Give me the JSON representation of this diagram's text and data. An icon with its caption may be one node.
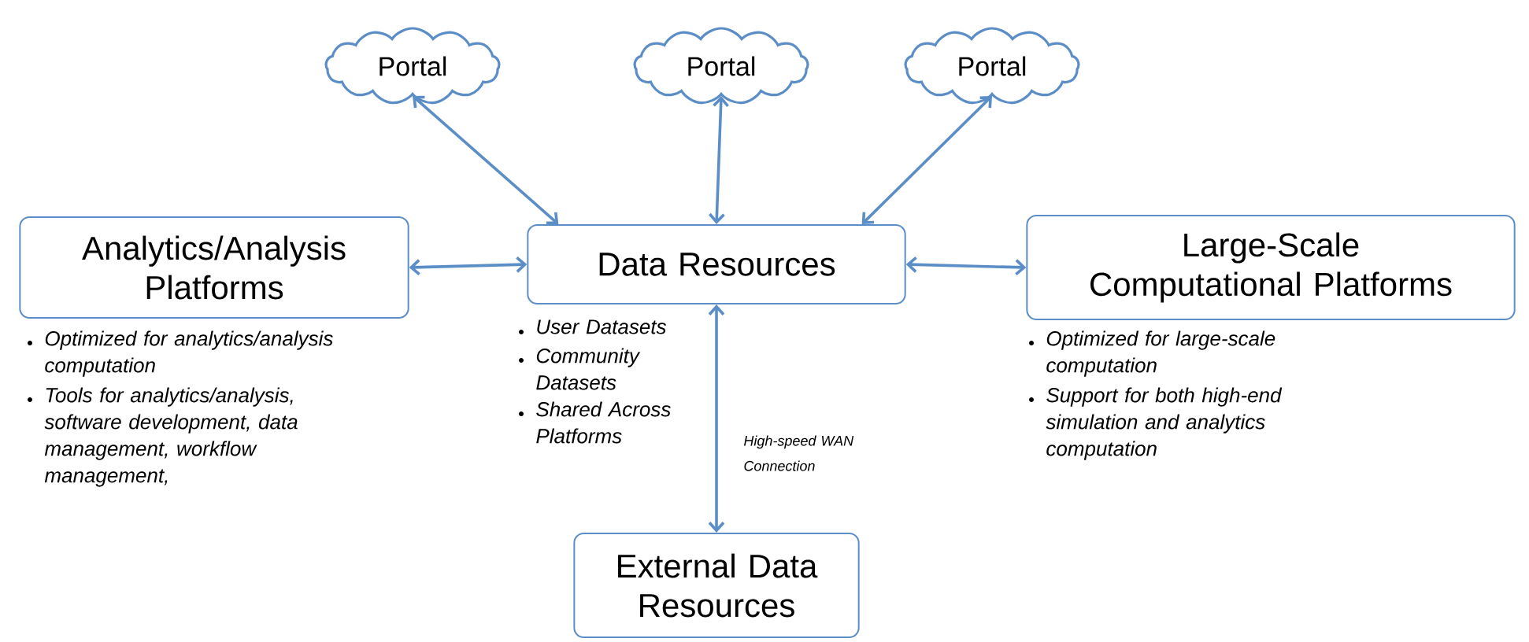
{
  "diagram": {
    "nodes": [
      {
        "text": [
          "Portal"
        ]
      },
      {
        "text": [
          "Portal"
        ]
      },
      {
        "text": [
          "Portal"
        ]
      },
      {
        "text": [
          "Analytics/Analysis Platforms"
        ],
        "beside": [
          "Optimized for analytics/analysis computation",
          "Tools for analytics/analysis, software development, data management, workflow management,"
        ]
      },
      {
        "text": [
          "Data Resources"
        ],
        "beside": [
          "User Datasets",
          "Community Datasets",
          "Shared Across Platforms"
        ]
      },
      {
        "text": [
          "Large-Scale Computational Platforms"
        ],
        "beside": [
          "Optimized for large-scale computation",
          "Support for both high-end simulation and analytics computation"
        ]
      },
      {
        "text": [
          "External Data Resources"
        ]
      }
    ],
    "edges": [
      {
        "from": 0,
        "to": 4,
        "arrow": "both"
      },
      {
        "from": 1,
        "to": 4,
        "arrow": "both"
      },
      {
        "from": 2,
        "to": 4,
        "arrow": "both"
      },
      {
        "from": 3,
        "to": 4,
        "arrow": "both"
      },
      {
        "from": 4,
        "to": 5,
        "arrow": "both"
      },
      {
        "from": 4,
        "to": 6,
        "arrow": "both",
        "label": "High-speed WAN Connection"
      }
    ]
  }
}
